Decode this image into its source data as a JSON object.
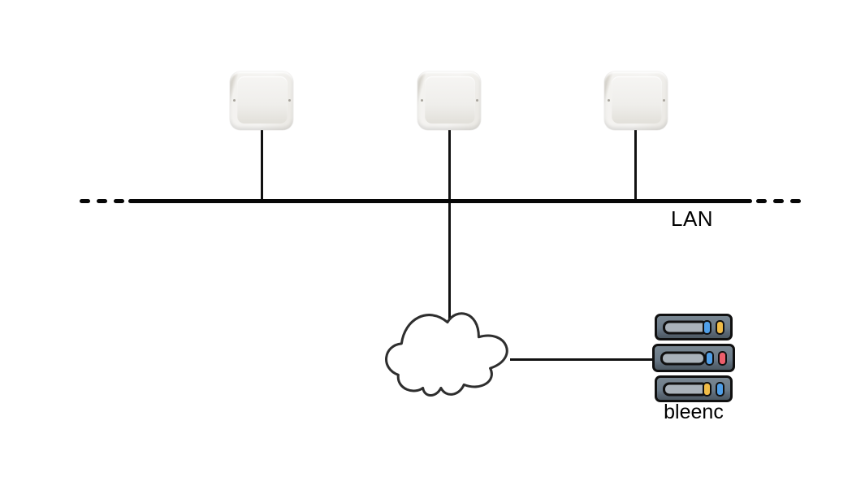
{
  "diagram": {
    "lan": {
      "label": "LAN"
    },
    "access_points": {
      "count": 3,
      "description": "wireless access point"
    },
    "cloud": {
      "description": "wan-cloud"
    },
    "server": {
      "label": "bleenc",
      "units": [
        {
          "leds": [
            "blue",
            "yellow"
          ]
        },
        {
          "leds": [
            "blue",
            "red"
          ]
        },
        {
          "leds": [
            "yellow",
            "blue"
          ]
        }
      ]
    },
    "colors": {
      "line": "#111111",
      "lan_bus": "#070707",
      "cloud_stroke": "#2e2e2e",
      "server_body": "#6b7b89",
      "server_slot": "#a9b2ba",
      "blue": "#4f9fe8",
      "yellow": "#f0bc47",
      "red": "#ee5e6b"
    }
  }
}
